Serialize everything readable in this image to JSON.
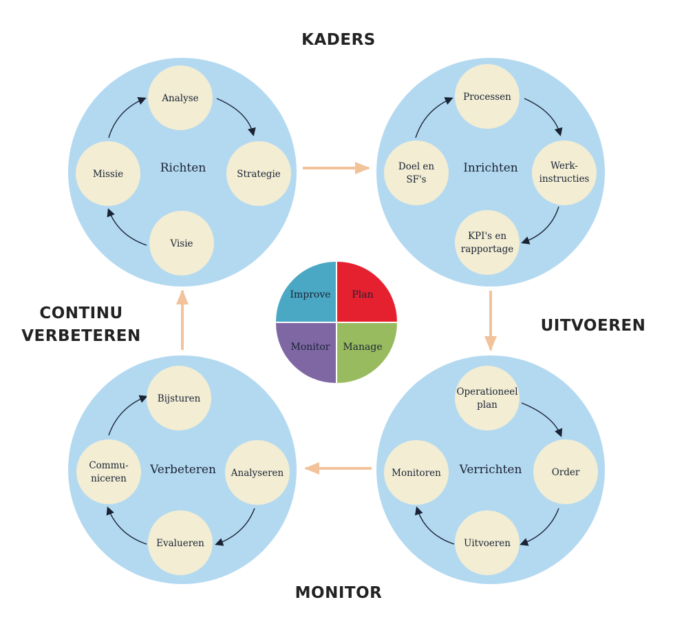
{
  "titles": {
    "top": "KADERS",
    "right": "UITVOEREN",
    "bottom": "MONITOR",
    "left_line1": "CONTINU",
    "left_line2": "VERBETEREN"
  },
  "colors": {
    "big_circle": "#b3d9f1",
    "small_circle": "#f2edd3",
    "connector_arrow": "#f2c29a",
    "cycle_arrow": "#1a2233",
    "text": "#1a2233"
  },
  "cycles": {
    "richten": {
      "label": "Richten",
      "top": "Analyse",
      "right": "Strategie",
      "bottom": "Visie",
      "left": "Missie"
    },
    "inrichten": {
      "label": "Inrichten",
      "top": "Processen",
      "right_line1": "Werk-",
      "right_line2": "instructies",
      "bottom_line1": "KPI's en",
      "bottom_line2": "rapportage",
      "left_line1": "Doel en",
      "left_line2": "SF's"
    },
    "verrichten": {
      "label": "Verrichten",
      "top_line1": "Operationeel",
      "top_line2": "plan",
      "right": "Order",
      "bottom": "Uitvoeren",
      "left": "Monitoren"
    },
    "verbeteren": {
      "label": "Verbeteren",
      "top": "Bijsturen",
      "right": "Analyseren",
      "bottom": "Evalueren",
      "left_line1": "Commu-",
      "left_line2": "niceren"
    }
  },
  "quadrants": [
    {
      "label": "Improve",
      "color": "#4aa8c4"
    },
    {
      "label": "Plan",
      "color": "#e6212f"
    },
    {
      "label": "Monitor",
      "color": "#7e67a3"
    },
    {
      "label": "Manage",
      "color": "#99bb5f"
    }
  ]
}
